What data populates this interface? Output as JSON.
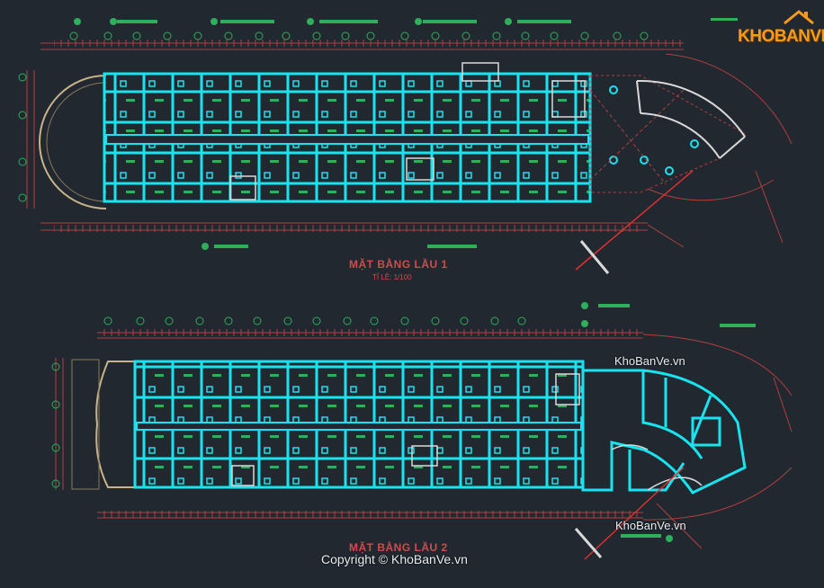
{
  "watermark": {
    "logo_text": "KHOBANVE",
    "site_text": "KhoBanVe.vn",
    "copyright_text": "Copyright © KhoBanVe.vn"
  },
  "plans": [
    {
      "title": "MẶT BẰNG LẦU 1",
      "scale": "TỈ LỆ: 1/100"
    },
    {
      "title": "MẶT BẰNG LẦU 2",
      "scale": ""
    }
  ],
  "colors": {
    "background": "#212830",
    "wall": "#19e3ee",
    "grid": "#c44848",
    "dimension": "#b04040",
    "annotation": "#2fae5b",
    "white_lines": "#d9d9d9",
    "logo": "#f39a1c"
  }
}
